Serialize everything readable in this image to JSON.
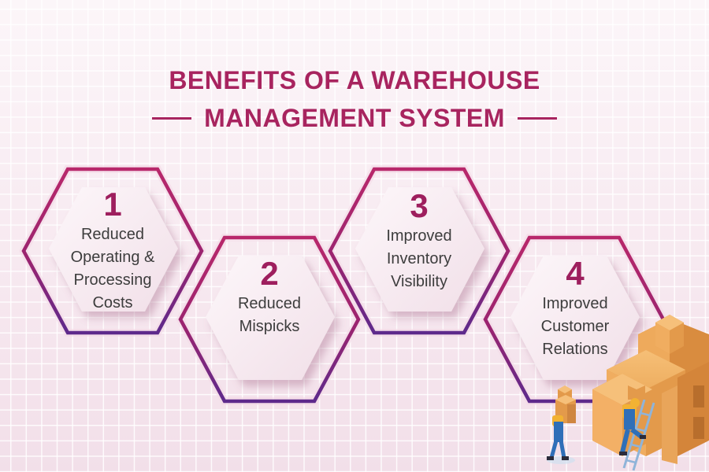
{
  "title": {
    "line1": "BENEFITS OF A WAREHOUSE",
    "line2": "MANAGEMENT SYSTEM"
  },
  "colors": {
    "title": "#a8245f",
    "number": "#9e1f5e",
    "text": "#3d3d3d",
    "outline_top": "#b8286b",
    "outline_bottom": "#5e2a8c",
    "box": "#e9a55a",
    "overalls": "#2f6fb8",
    "shirt": "#f2b233"
  },
  "benefits": [
    {
      "number": "1",
      "label_lines": [
        "Reduced",
        "Operating &",
        "Processing",
        "Costs"
      ]
    },
    {
      "number": "2",
      "label_lines": [
        "Reduced",
        "Mispicks"
      ]
    },
    {
      "number": "3",
      "label_lines": [
        "Improved",
        "Inventory",
        "Visibility"
      ]
    },
    {
      "number": "4",
      "label_lines": [
        "Improved",
        "Customer",
        "Relations"
      ]
    }
  ],
  "illustration": {
    "subject": "warehouse-workers-with-boxes"
  }
}
